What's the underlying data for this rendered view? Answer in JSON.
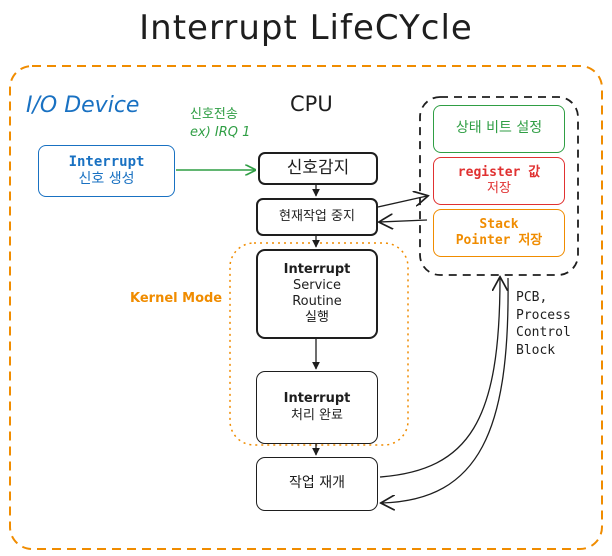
{
  "title": "Interrupt LifeCYcle",
  "io_device_label": "I/O Device",
  "cpu_label": "CPU",
  "signal_transfer": {
    "line1": "신호전송",
    "line2": "ex) IRQ 1"
  },
  "interrupt_signal": {
    "line1": "Interrupt",
    "line2": "신호 생성"
  },
  "signal_detect": "신호감지",
  "stop_current_task": "현재작업 중지",
  "isr": {
    "line1": "Interrupt",
    "line2": "Service",
    "line3": "Routine",
    "line4": "실행"
  },
  "interrupt_done": {
    "line1": "Interrupt",
    "line2": "처리 완료"
  },
  "resume_task": "작업 재개",
  "kernel_mode": "Kernel Mode",
  "status_bit": "상태 비트 설정",
  "register_save": {
    "line1": "register 값",
    "line2": "저장"
  },
  "stack_pointer_save": {
    "line1": "Stack",
    "line2": "Pointer 저장"
  },
  "pcb": {
    "line1": "PCB,",
    "line2": "Process",
    "line3": "Control",
    "line4": "Block"
  },
  "colors": {
    "orange": "#f08c00",
    "blue": "#1971c2",
    "green": "#2f9e44",
    "red": "#e03131",
    "dark": "#1e1e1e"
  }
}
